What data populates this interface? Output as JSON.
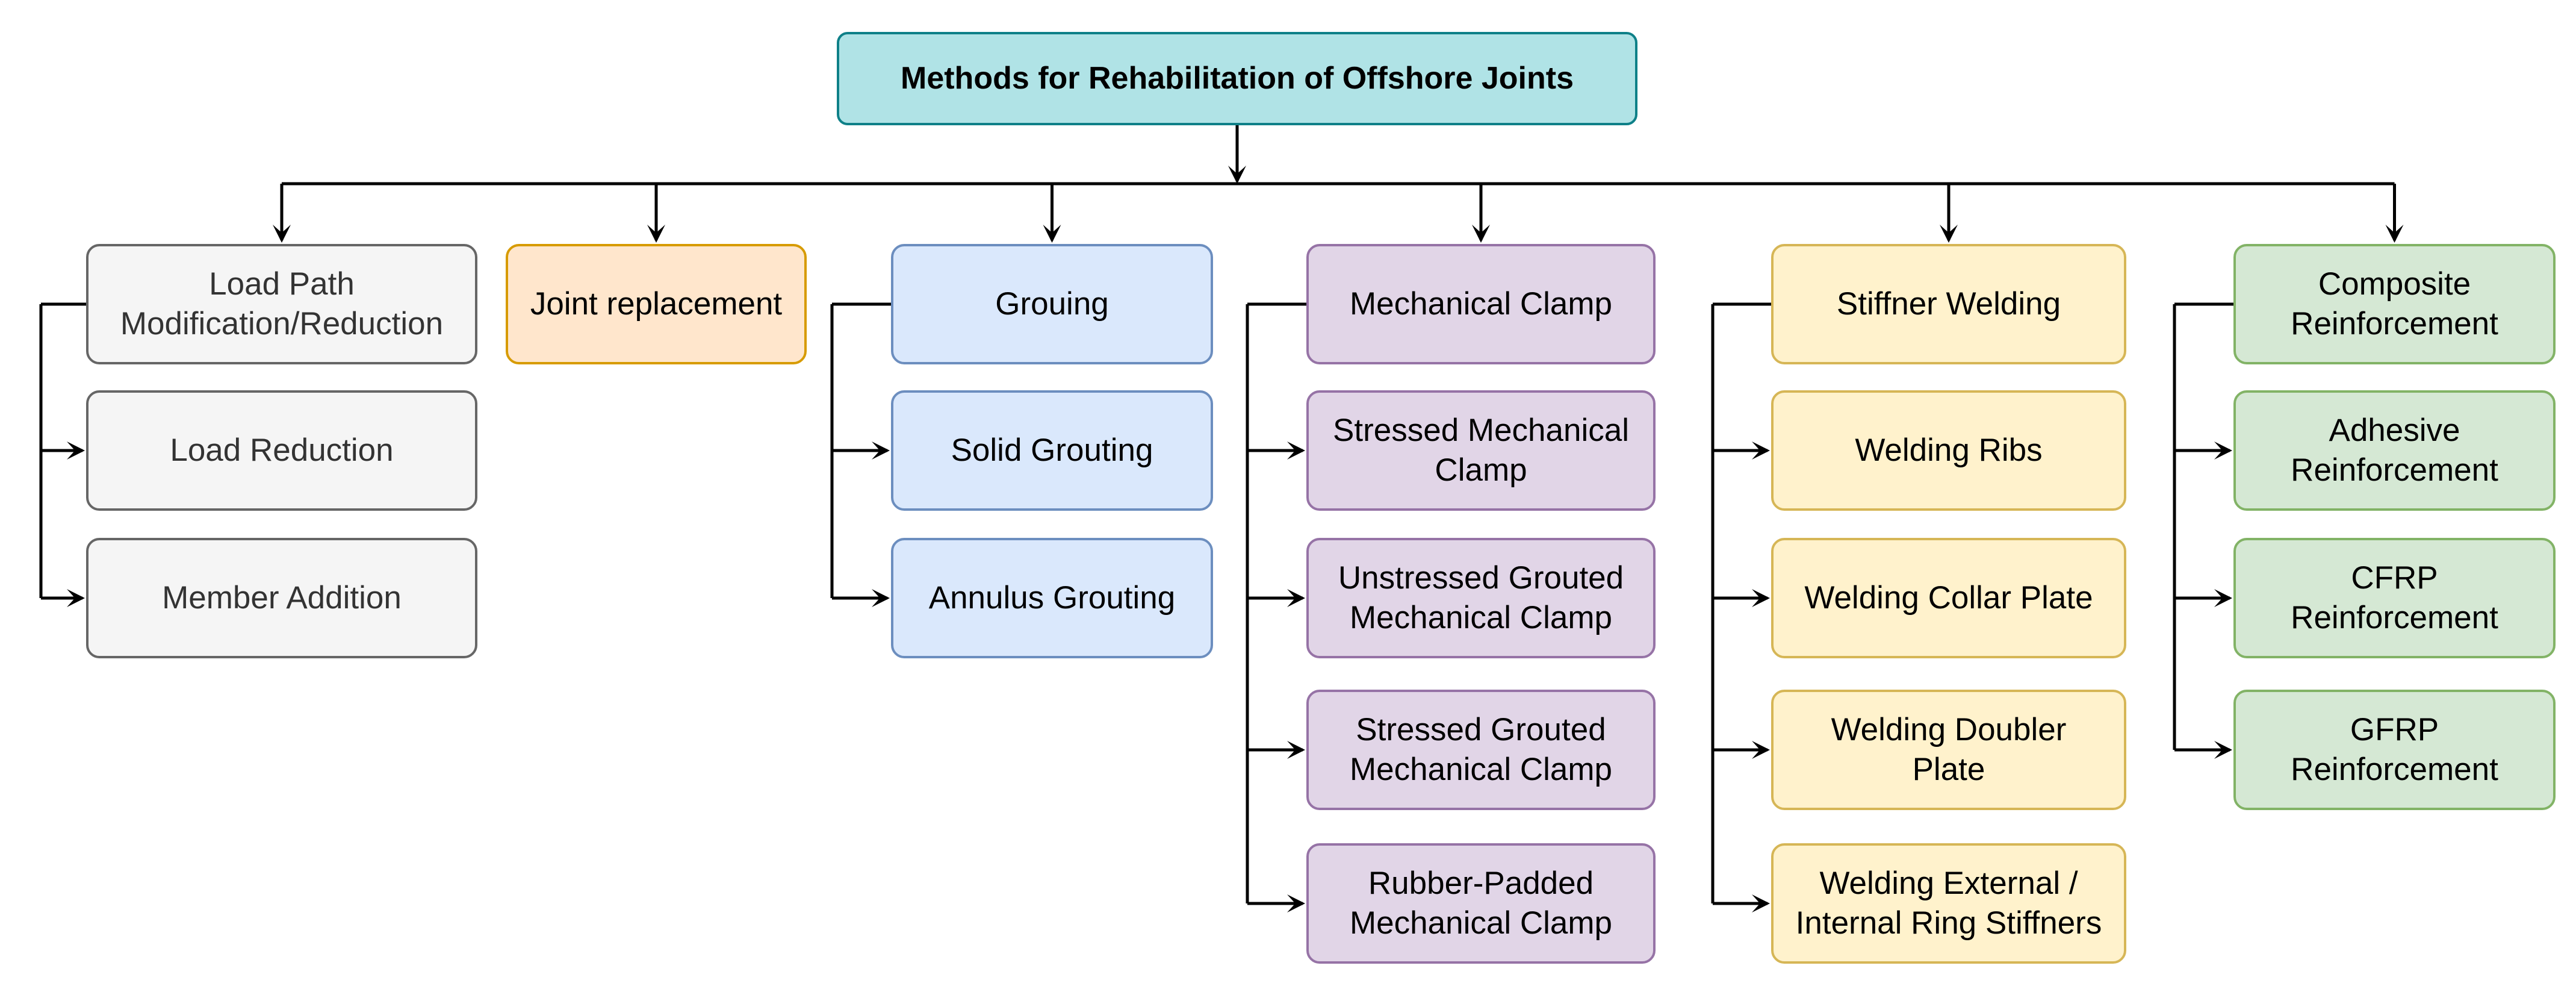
{
  "root": {
    "label": "Methods for Rehabilitation of Offshore Joints",
    "fill": "#b0e3e6",
    "border": "#0e8088",
    "text_color": "#000000"
  },
  "groups": [
    {
      "head": "Load Path\nModification/Reduction",
      "children": [
        "Load Reduction",
        "Member Addition"
      ],
      "fill": "#f5f5f5",
      "border": "#666666",
      "text_color": "#333333"
    },
    {
      "head": "Joint replacement",
      "children": [],
      "fill": "#ffe6cc",
      "border": "#d79b00",
      "text_color": "#000000"
    },
    {
      "head": "Grouing",
      "children": [
        "Solid Grouting",
        "Annulus Grouting"
      ],
      "fill": "#dae8fc",
      "border": "#6c8ebf",
      "text_color": "#000000"
    },
    {
      "head": "Mechanical Clamp",
      "children": [
        "Stressed Mechanical\nClamp",
        "Unstressed Grouted\nMechanical Clamp",
        "Stressed Grouted\nMechanical Clamp",
        "Rubber-Padded\nMechanical Clamp"
      ],
      "fill": "#e1d5e7",
      "border": "#9673a6",
      "text_color": "#000000"
    },
    {
      "head": "Stiffner Welding",
      "children": [
        "Welding Ribs",
        "Welding Collar Plate",
        "Welding Doubler\nPlate",
        "Welding External /\nInternal Ring Stiffners"
      ],
      "fill": "#fff2cc",
      "border": "#d6b656",
      "text_color": "#000000"
    },
    {
      "head": "Composite\nReinforcement",
      "children": [
        "Adhesive\nReinforcement",
        "CFRP\nReinforcement",
        "GFRP\nReinforcement"
      ],
      "fill": "#d5e8d4",
      "border": "#82b366",
      "text_color": "#000000"
    }
  ]
}
